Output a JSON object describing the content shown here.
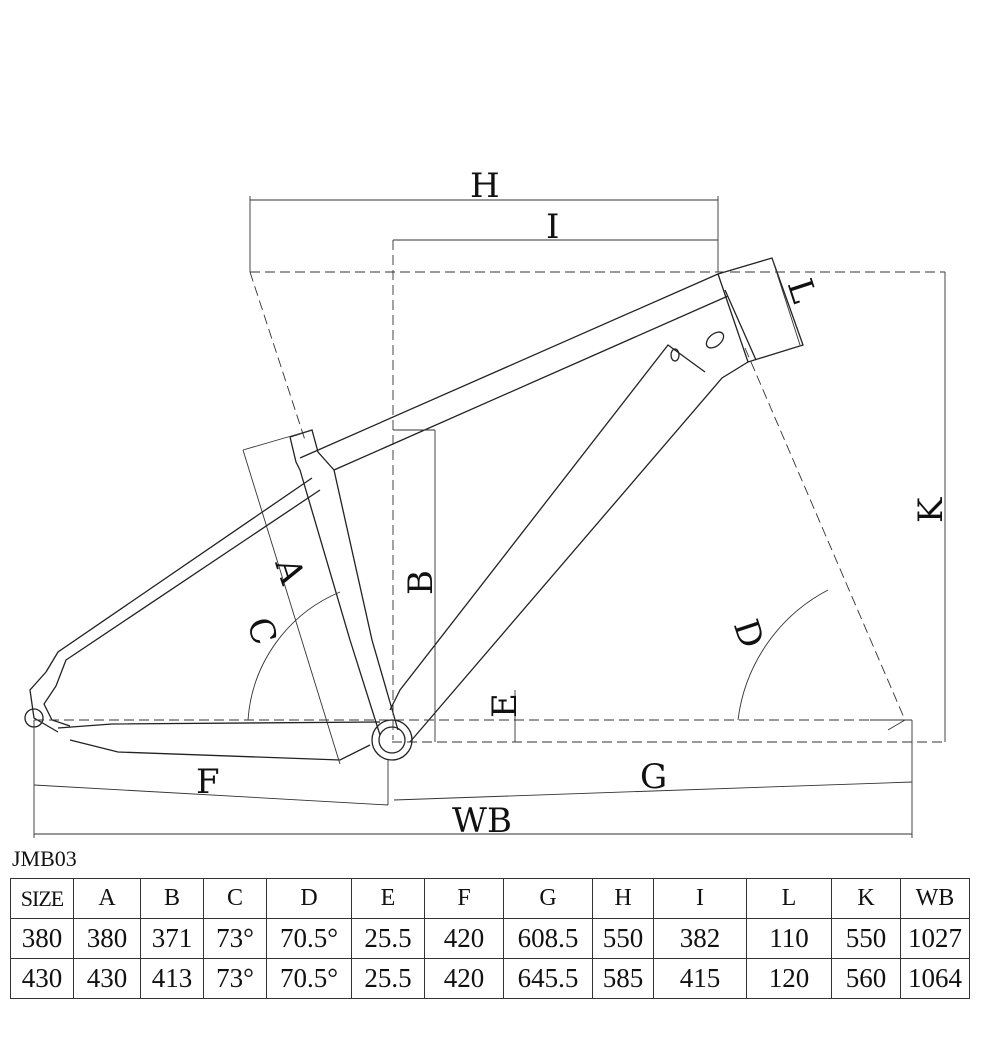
{
  "diagram": {
    "labels": {
      "H": "H",
      "I": "I",
      "L": "L",
      "K": "K",
      "A": "A",
      "B": "B",
      "C": "C",
      "D": "D",
      "E": "E",
      "F": "F",
      "G": "G",
      "WB": "WB"
    }
  },
  "model": "JMB03",
  "table": {
    "headers": [
      "SIZE",
      "A",
      "B",
      "C",
      "D",
      "E",
      "F",
      "G",
      "H",
      "I",
      "L",
      "K",
      "WB"
    ],
    "rows": [
      [
        "380",
        "380",
        "371",
        "73°",
        "70.5°",
        "25.5",
        "420",
        "608.5",
        "550",
        "382",
        "110",
        "550",
        "1027"
      ],
      [
        "430",
        "430",
        "413",
        "73°",
        "70.5°",
        "25.5",
        "420",
        "645.5",
        "585",
        "415",
        "120",
        "560",
        "1064"
      ]
    ]
  }
}
